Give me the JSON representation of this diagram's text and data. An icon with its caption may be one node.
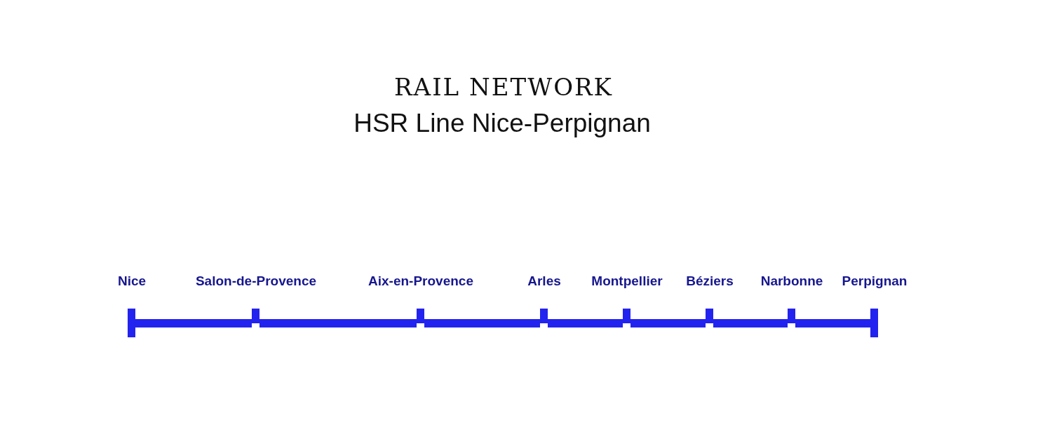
{
  "diagram": {
    "title": "RAIL NETWORK",
    "nodes": [
      {
        "text": [],
        "shape": "bar",
        "beside": [
          "Nice"
        ]
      },
      {
        "text": [],
        "shape": "bar",
        "beside": [
          "Salon-de-Provence"
        ]
      },
      {
        "text": [],
        "shape": "bar",
        "beside": [
          "Aix-en-Provence"
        ]
      },
      {
        "text": [],
        "shape": "bar",
        "beside": [
          "Arles"
        ]
      },
      {
        "text": [],
        "shape": "bar",
        "beside": [
          "Montpellier"
        ]
      },
      {
        "text": [],
        "shape": "bar",
        "beside": [
          "Béziers"
        ]
      },
      {
        "text": [],
        "shape": "bar",
        "beside": [
          "Narbonne"
        ]
      },
      {
        "text": [],
        "shape": "bar",
        "beside": [
          "Perpignan"
        ]
      }
    ],
    "edges": [
      {
        "from": 0,
        "to": 1,
        "arrow": "none"
      },
      {
        "from": 1,
        "to": 2,
        "arrow": "none"
      },
      {
        "from": 2,
        "to": 3,
        "arrow": "none"
      },
      {
        "from": 3,
        "to": 4,
        "arrow": "none"
      },
      {
        "from": 4,
        "to": 5,
        "arrow": "none"
      },
      {
        "from": 5,
        "to": 6,
        "arrow": "none"
      },
      {
        "from": 6,
        "to": 7,
        "arrow": "none"
      }
    ],
    "labels": [
      "HSR Line Nice-Perpignan"
    ]
  }
}
